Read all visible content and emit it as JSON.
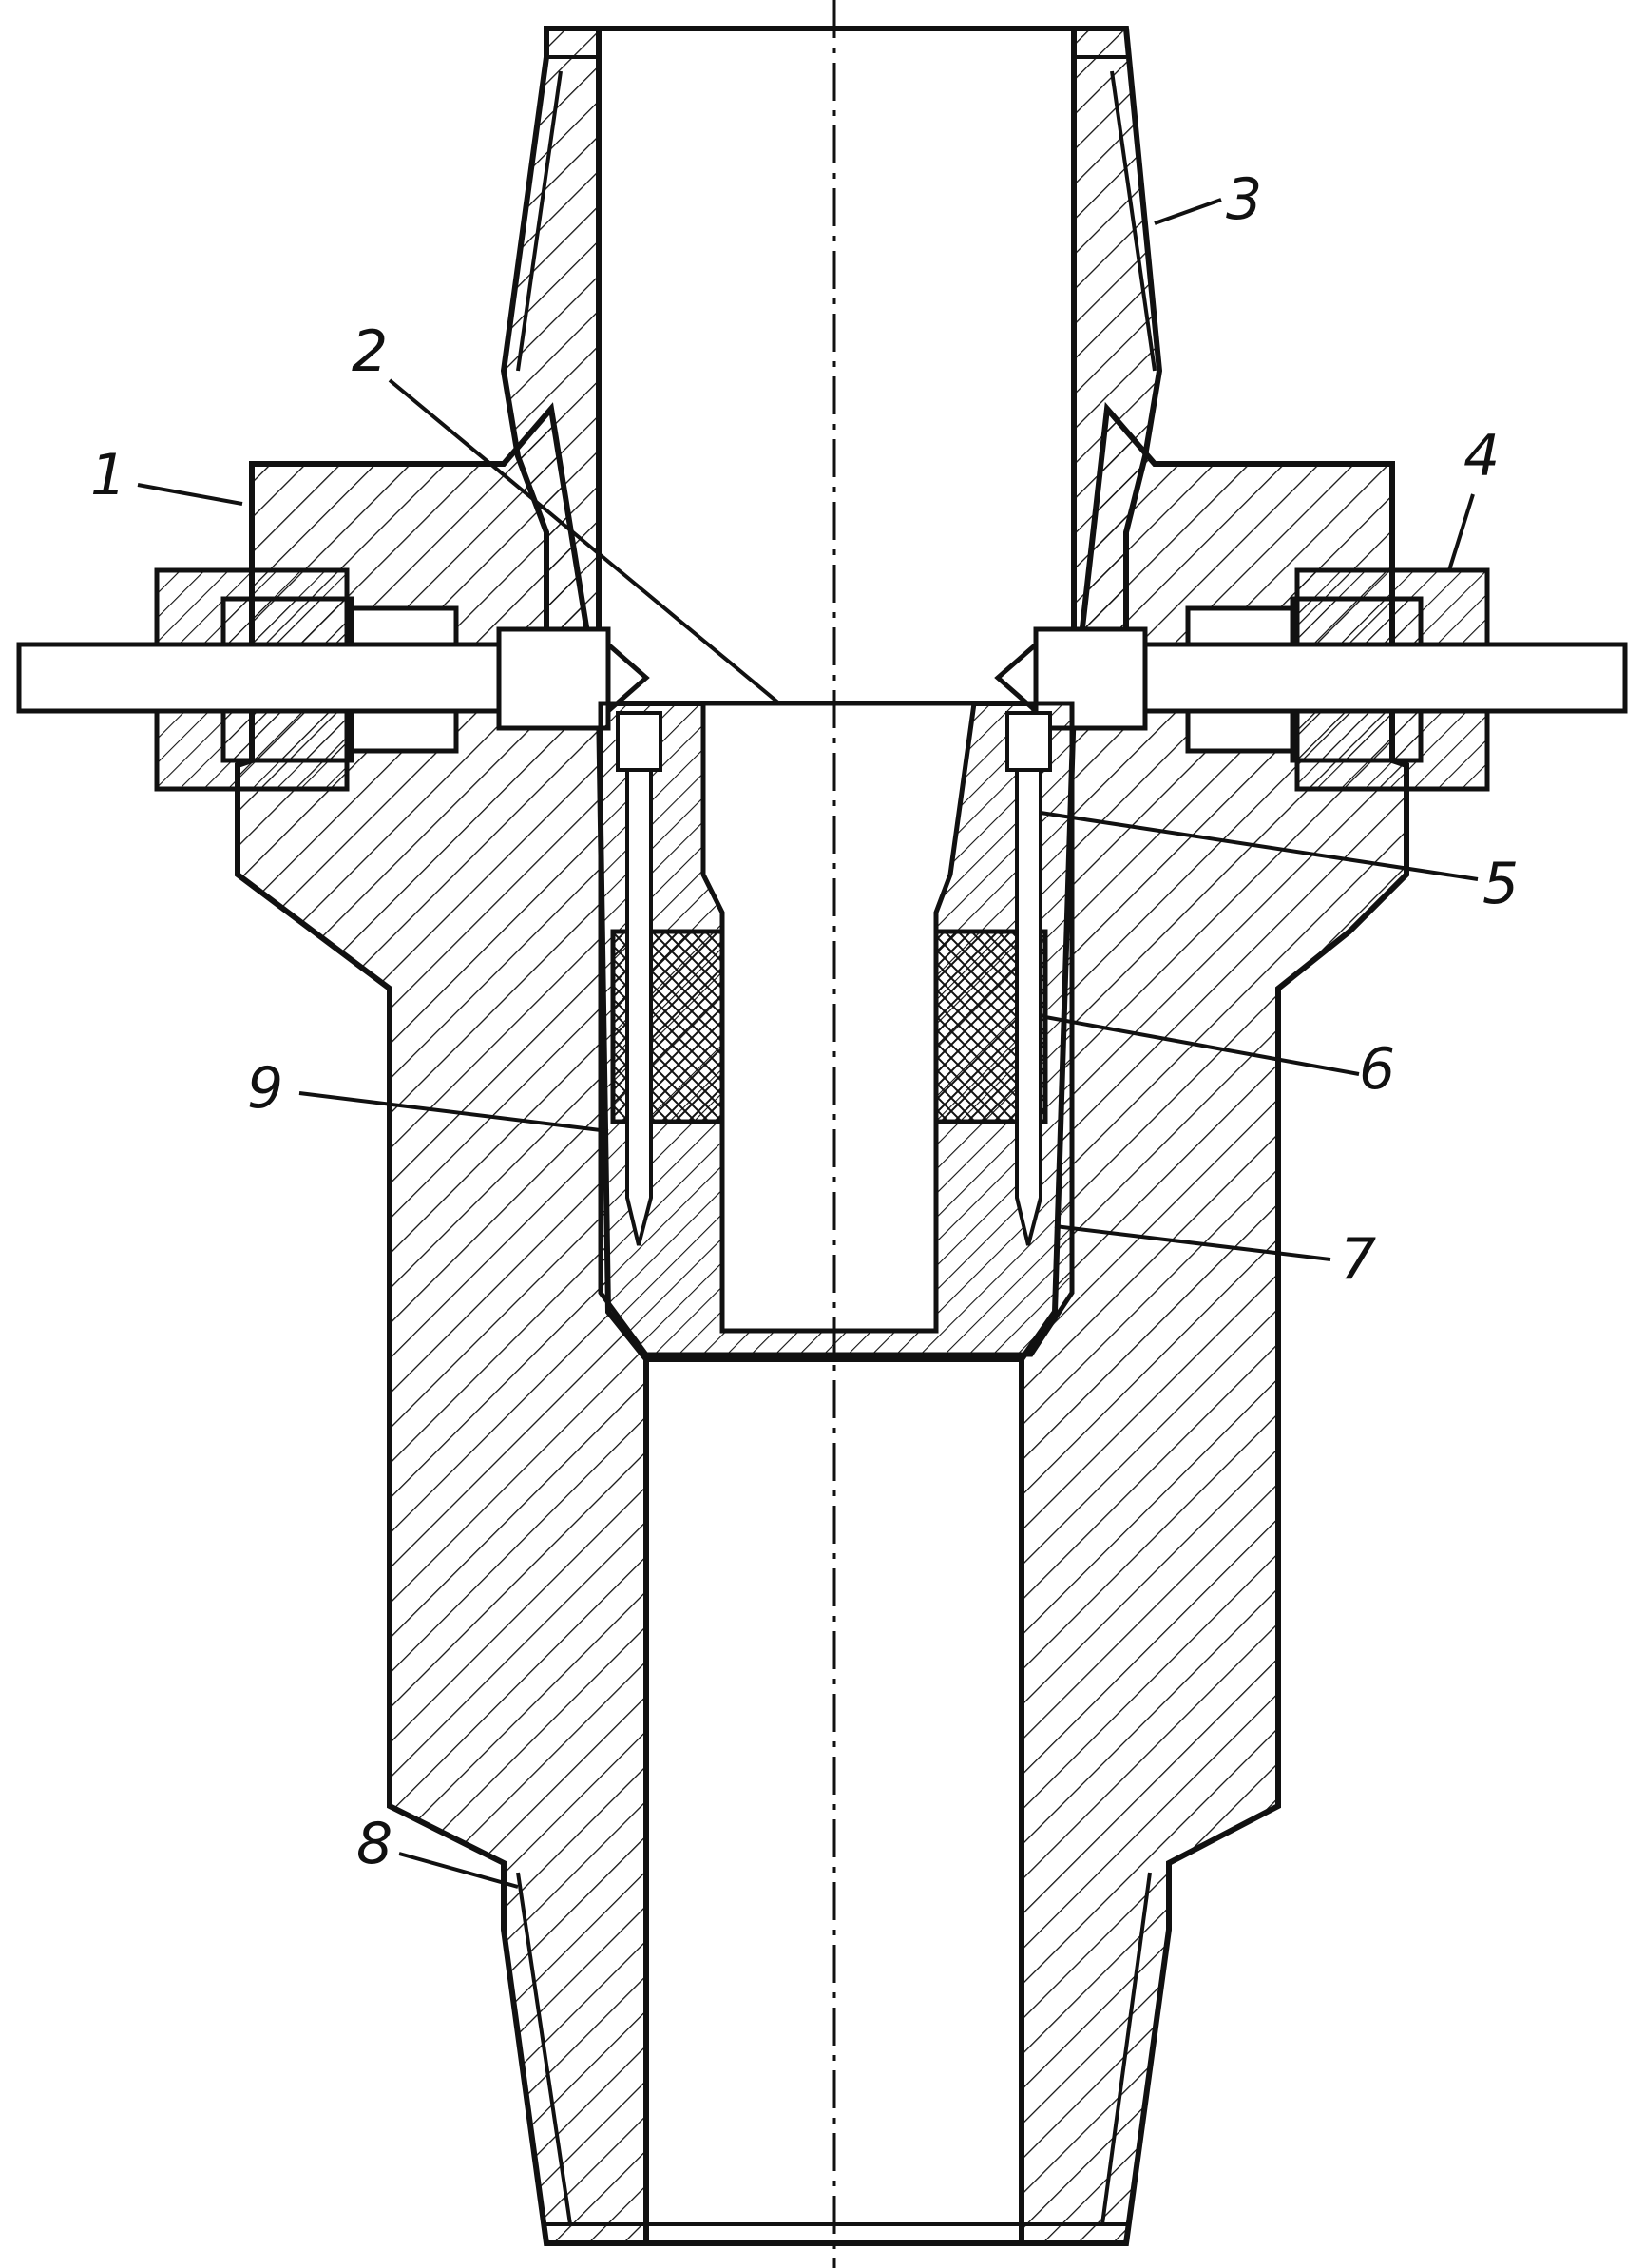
{
  "diagram": {
    "callouts": [
      {
        "id": "1",
        "label": "1"
      },
      {
        "id": "2",
        "label": "2"
      },
      {
        "id": "3",
        "label": "3"
      },
      {
        "id": "4",
        "label": "4"
      },
      {
        "id": "5",
        "label": "5"
      },
      {
        "id": "6",
        "label": "6"
      },
      {
        "id": "7",
        "label": "7"
      },
      {
        "id": "8",
        "label": "8"
      },
      {
        "id": "9",
        "label": "9"
      }
    ],
    "colors": {
      "line": "#111111",
      "background": "#ffffff",
      "hatch": "#111111"
    }
  }
}
